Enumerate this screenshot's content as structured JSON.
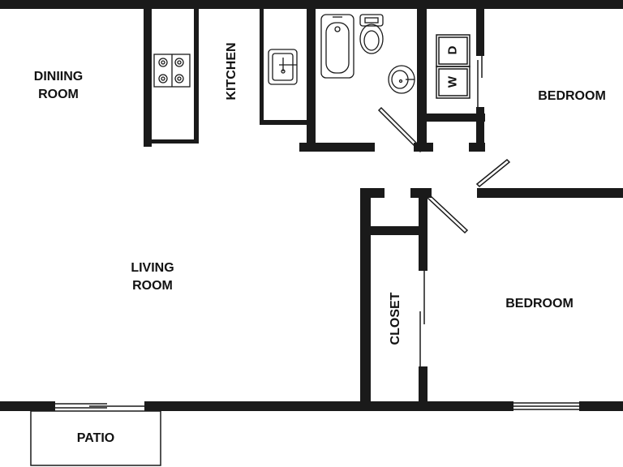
{
  "plan": {
    "rooms": {
      "dining": [
        "DINIING",
        "ROOM"
      ],
      "kitchen": "KITCHEN",
      "living": [
        "LIVING",
        "ROOM"
      ],
      "bedroom_1": "BEDROOM",
      "bedroom_2": "BEDROOM",
      "closet": "CLOSET",
      "patio": "PATIO"
    },
    "appliances": {
      "washer": "W",
      "dryer": "D"
    },
    "colors": {
      "wall": "#1a1a1a",
      "background": "#ffffff"
    }
  }
}
